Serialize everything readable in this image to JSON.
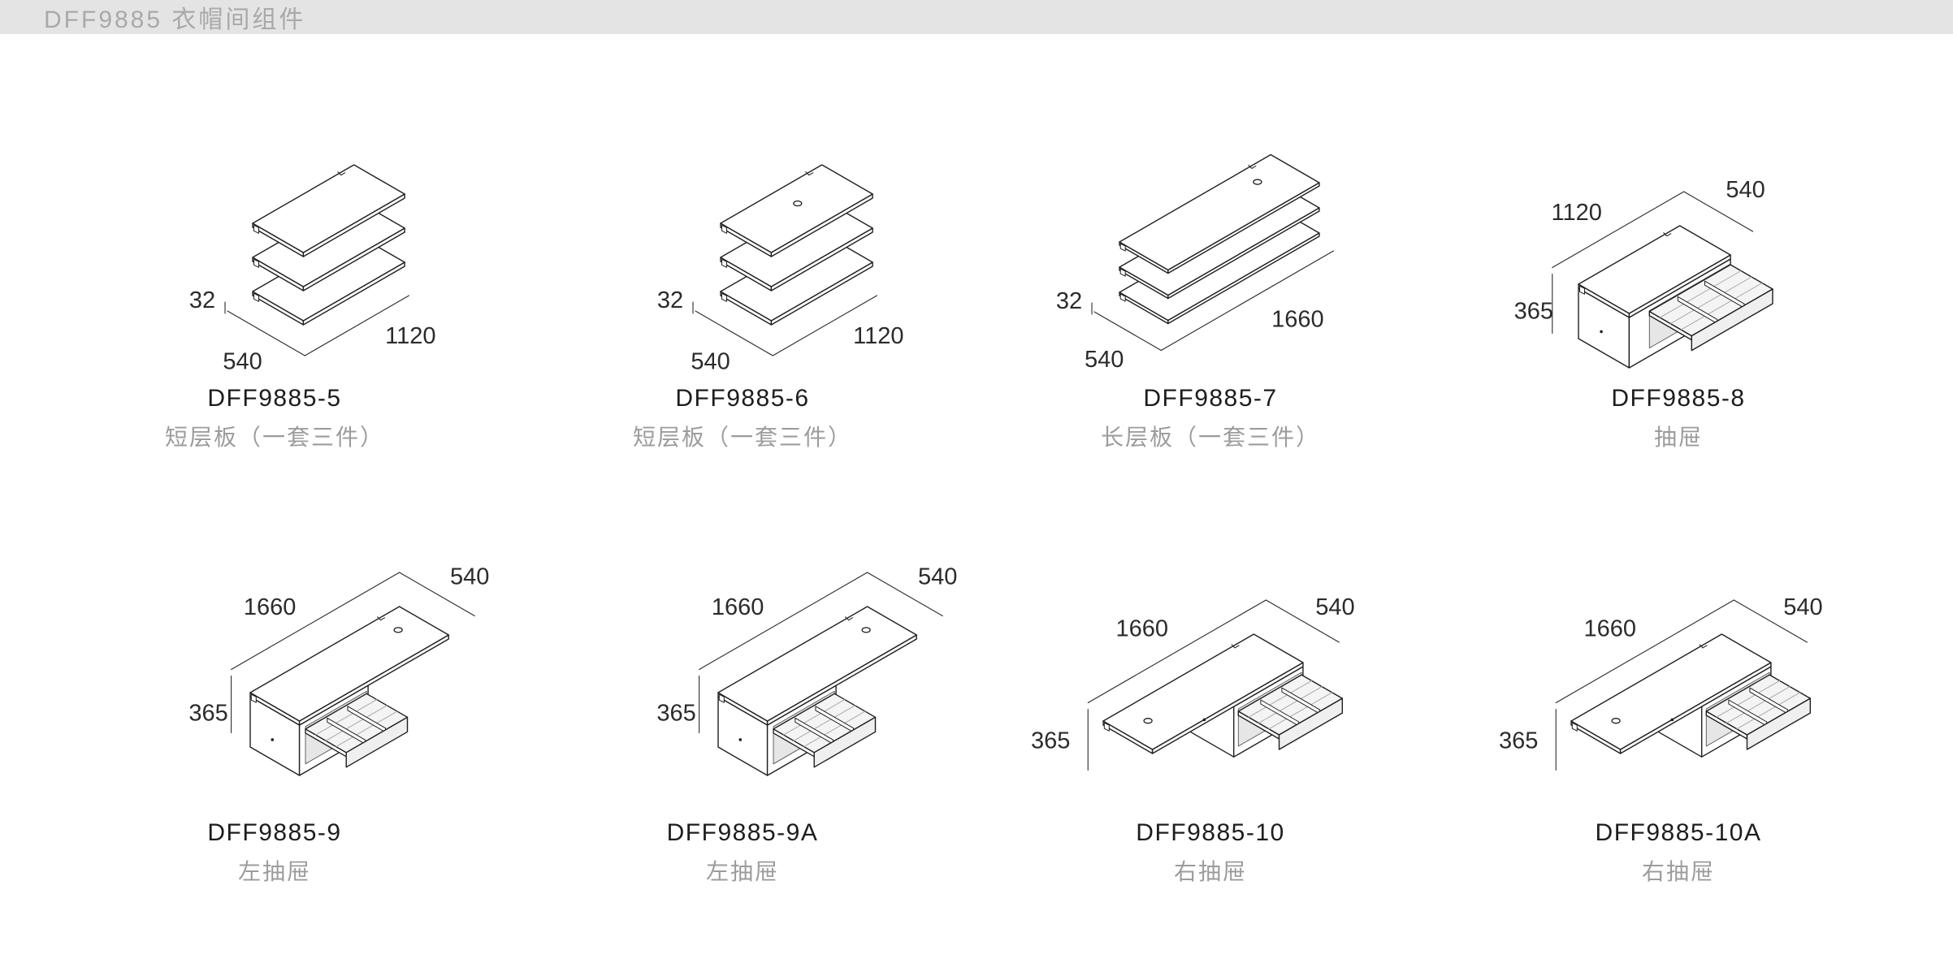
{
  "header": {
    "title": "DFF9885 衣帽间组件"
  },
  "items": [
    {
      "code": "DFF9885-5",
      "desc": "短层板（一套三件）",
      "type": "shelf-short",
      "dims": {
        "thickness": "32",
        "depth": "540",
        "length": "1120"
      }
    },
    {
      "code": "DFF9885-6",
      "desc": "短层板（一套三件）",
      "type": "shelf-short-holes",
      "dims": {
        "thickness": "32",
        "depth": "540",
        "length": "1120"
      }
    },
    {
      "code": "DFF9885-7",
      "desc": "长层板（一套三件）",
      "type": "shelf-long-holes",
      "dims": {
        "thickness": "32",
        "depth": "540",
        "length": "1660"
      }
    },
    {
      "code": "DFF9885-8",
      "desc": "抽屉",
      "type": "drawer-compact",
      "dims": {
        "height": "365",
        "depth": "540",
        "length": "1120"
      }
    },
    {
      "code": "DFF9885-9",
      "desc": "左抽屉",
      "type": "drawer-long-left",
      "dims": {
        "height": "365",
        "depth": "540",
        "length": "1660"
      }
    },
    {
      "code": "DFF9885-9A",
      "desc": "左抽屉",
      "type": "drawer-long-left",
      "dims": {
        "height": "365",
        "depth": "540",
        "length": "1660"
      }
    },
    {
      "code": "DFF9885-10",
      "desc": "右抽屉",
      "type": "drawer-long-right",
      "dims": {
        "height": "365",
        "depth": "540",
        "length": "1660"
      }
    },
    {
      "code": "DFF9885-10A",
      "desc": "右抽屉",
      "type": "drawer-long-right",
      "dims": {
        "height": "365",
        "depth": "540",
        "length": "1660"
      }
    }
  ]
}
